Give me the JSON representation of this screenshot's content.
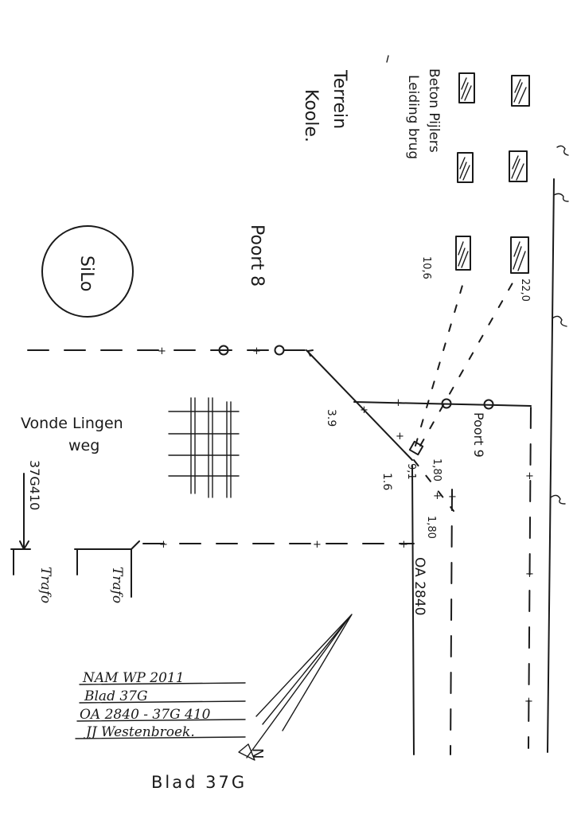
{
  "labels": {
    "terrein_line1": "Terrein",
    "terrein_line2": "Koole.",
    "beton_line1": "Beton Pijlers",
    "beton_line2": "Leiding brug",
    "silo": "SiLo",
    "poort8": "Poort 8",
    "poort9": "Poort 9",
    "vonde_line1": "Vonde Lingen",
    "vonde_line2": "weg",
    "ref_37g410": "37G410",
    "trafo_left": "Trafo",
    "trafo_right": "Trafo",
    "oa2840": "OA 2840",
    "blad_footer": "Blad 37G"
  },
  "measurements": {
    "m_10_6": "10,6",
    "m_22_0": "22,0",
    "m_3_9": "3.9",
    "m_1_80": "1,80",
    "m_9_1": "9,1",
    "m_1_6": "1.6",
    "m_1_80b": "1,80"
  },
  "title_block": {
    "line1": "NAM WP 2011",
    "line2": "Blad 37G",
    "line3": "OA 2840 - 37G 410",
    "line4": "JJ Westenbroek."
  },
  "north_symbol": "N",
  "colors": {
    "ink": "#1a1a1a",
    "paper": "#ffffff"
  }
}
